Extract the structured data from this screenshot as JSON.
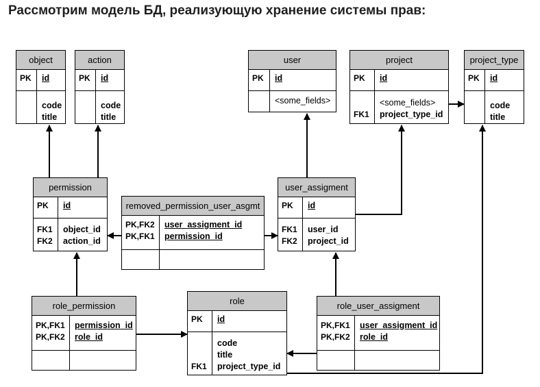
{
  "heading": "Рассмотрим модель БД, реализующую хранение системы прав:",
  "tables": {
    "object": {
      "title": "object",
      "pk_keys": [
        "PK"
      ],
      "pk_fields": [
        "id"
      ],
      "keys": [],
      "fields": [
        "code",
        "title"
      ]
    },
    "action": {
      "title": "action",
      "pk_keys": [
        "PK"
      ],
      "pk_fields": [
        "id"
      ],
      "keys": [],
      "fields": [
        "code",
        "title"
      ]
    },
    "user": {
      "title": "user",
      "pk_keys": [
        "PK"
      ],
      "pk_fields": [
        "id"
      ],
      "keys": [],
      "fields": [
        "<some_fields>"
      ]
    },
    "project": {
      "title": "project",
      "pk_keys": [
        "PK"
      ],
      "pk_fields": [
        "id"
      ],
      "keys": [
        "",
        "FK1"
      ],
      "fields": [
        "<some_fields>",
        "project_type_id"
      ]
    },
    "project_type": {
      "title": "project_type",
      "pk_keys": [
        "PK"
      ],
      "pk_fields": [
        "id"
      ],
      "keys": [],
      "fields": [
        "code",
        "title"
      ]
    },
    "permission": {
      "title": "permission",
      "pk_keys": [
        "PK"
      ],
      "pk_fields": [
        "id"
      ],
      "keys": [
        "FK1",
        "FK2"
      ],
      "fields": [
        "object_id",
        "action_id"
      ]
    },
    "removed_permission_user_asgmt": {
      "title": "removed_permission_user_asgmt",
      "pk_keys": [
        "PK,FK2",
        "PK,FK1"
      ],
      "pk_fields": [
        "user_assigment_id",
        "permission_id"
      ],
      "keys": [],
      "fields": []
    },
    "user_assigment": {
      "title": "user_assigment",
      "pk_keys": [
        "PK"
      ],
      "pk_fields": [
        "id"
      ],
      "keys": [
        "FK1",
        "FK2"
      ],
      "fields": [
        "user_id",
        "project_id"
      ]
    },
    "role_permission": {
      "title": "role_permission",
      "pk_keys": [
        "PK,FK1",
        "PK,FK2"
      ],
      "pk_fields": [
        "permission_id",
        "role_id"
      ],
      "keys": [],
      "fields": []
    },
    "role": {
      "title": "role",
      "pk_keys": [
        "PK"
      ],
      "pk_fields": [
        "id"
      ],
      "keys": [
        "",
        "",
        "FK1"
      ],
      "fields": [
        "code",
        "title",
        "project_type_id"
      ]
    },
    "role_user_assigment": {
      "title": "role_user_assigment",
      "pk_keys": [
        "PK,FK1",
        "PK,FK2"
      ],
      "pk_fields": [
        "user_assigment_id",
        "role_id"
      ],
      "keys": [],
      "fields": []
    }
  }
}
